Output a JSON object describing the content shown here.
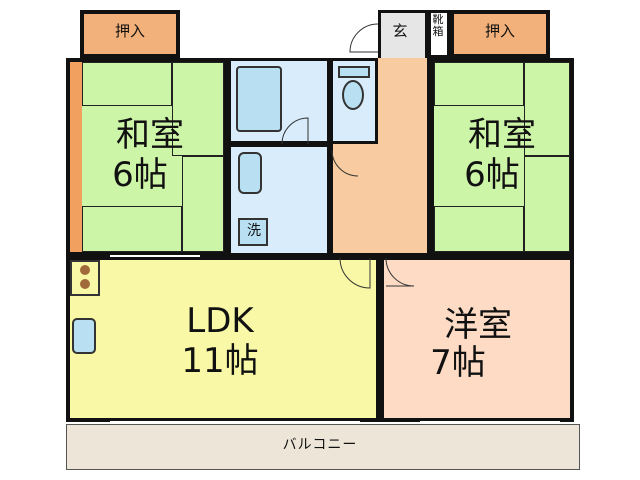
{
  "rooms": {
    "oshiire_left": "押入",
    "oshiire_right": "押入",
    "genkan": "玄",
    "getabako": "靴箱",
    "washitsu_left": {
      "name": "和室",
      "size": "6帖"
    },
    "washitsu_right": {
      "name": "和室",
      "size": "6帖"
    },
    "ldk": {
      "name": "LDK",
      "size": "11帖"
    },
    "youshitsu": {
      "name": "洋室",
      "size": "7帖"
    },
    "sentaku": "洗",
    "balcony": "バルコニー"
  },
  "colors": {
    "tatami": "#ccf5a8",
    "oshiire": "#f2b07a",
    "hall": "#f8cca0",
    "wet": "#d8ecfb",
    "ldk": "#f8f8a6",
    "youshitsu": "#fddbc5",
    "balcony": "#ece5d8"
  }
}
